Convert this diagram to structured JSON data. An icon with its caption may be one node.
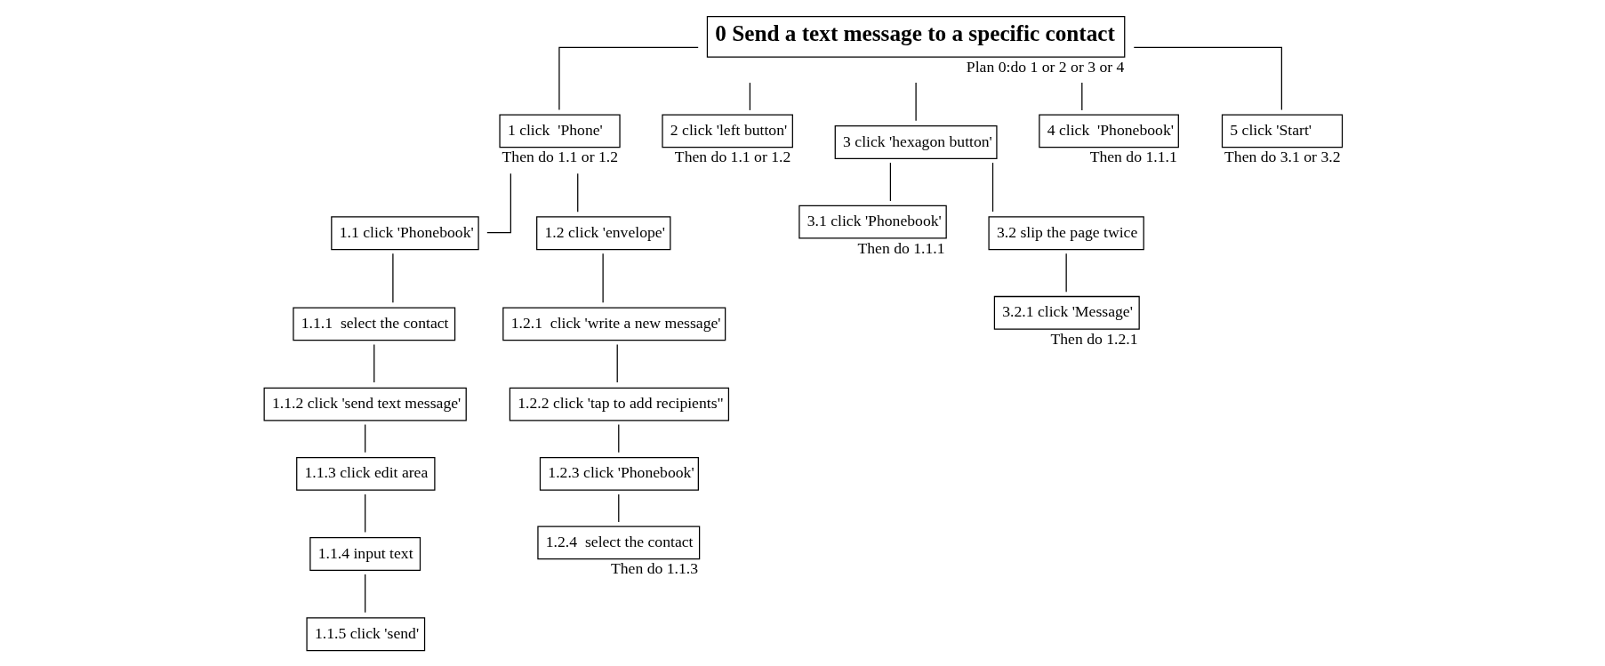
{
  "diagram": {
    "nodes": [
      {
        "text": [
          "0 Send a text message to a specific contact"
        ],
        "beside": [
          "Plan 0:do 1 or 2 or 3 or 4"
        ]
      },
      {
        "text": [
          "1 click  'Phone'"
        ],
        "beside": [
          "Then do 1.1 or 1.2"
        ]
      },
      {
        "text": [
          "2 click 'left button'"
        ],
        "beside": [
          "Then do 1.1 or 1.2"
        ]
      },
      {
        "text": [
          "3 click 'hexagon button'"
        ]
      },
      {
        "text": [
          "4 click  'Phonebook'"
        ],
        "beside": [
          "Then do 1.1.1"
        ]
      },
      {
        "text": [
          "5 click 'Start'"
        ],
        "beside": [
          "Then do 3.1 or 3.2"
        ]
      },
      {
        "text": [
          "1.1 click 'Phonebook'"
        ]
      },
      {
        "text": [
          "1.1.1  select the contact"
        ]
      },
      {
        "text": [
          "1.1.2 click 'send text message'"
        ]
      },
      {
        "text": [
          "1.1.3 click edit area"
        ]
      },
      {
        "text": [
          "1.1.4 input text"
        ]
      },
      {
        "text": [
          "1.1.5 click 'send'"
        ]
      },
      {
        "text": [
          "1.2 click 'envelope'"
        ]
      },
      {
        "text": [
          "1.2.1  click 'write a new message'"
        ]
      },
      {
        "text": [
          "1.2.2 click 'tap to add recipients\""
        ]
      },
      {
        "text": [
          "1.2.3 click 'Phonebook'"
        ]
      },
      {
        "text": [
          "1.2.4  select the contact"
        ],
        "beside": [
          "Then do 1.1.3"
        ]
      },
      {
        "text": [
          "3.1 click 'Phonebook'"
        ],
        "beside": [
          "Then do 1.1.1"
        ]
      },
      {
        "text": [
          "3.2 slip the page twice"
        ]
      },
      {
        "text": [
          "3.2.1 click 'Message'"
        ],
        "beside": [
          "Then do 1.2.1"
        ]
      }
    ],
    "edges": [
      {
        "from": 0,
        "to": 1,
        "arrow": "none"
      },
      {
        "from": 0,
        "to": 2,
        "arrow": "none"
      },
      {
        "from": 0,
        "to": 3,
        "arrow": "none"
      },
      {
        "from": 0,
        "to": 4,
        "arrow": "none"
      },
      {
        "from": 0,
        "to": 5,
        "arrow": "none"
      },
      {
        "from": 1,
        "to": 6,
        "arrow": "none"
      },
      {
        "from": 1,
        "to": 12,
        "arrow": "none"
      },
      {
        "from": 6,
        "to": 7,
        "arrow": "none"
      },
      {
        "from": 7,
        "to": 8,
        "arrow": "none"
      },
      {
        "from": 8,
        "to": 9,
        "arrow": "none"
      },
      {
        "from": 9,
        "to": 10,
        "arrow": "none"
      },
      {
        "from": 10,
        "to": 11,
        "arrow": "none"
      },
      {
        "from": 12,
        "to": 13,
        "arrow": "none"
      },
      {
        "from": 13,
        "to": 14,
        "arrow": "none"
      },
      {
        "from": 14,
        "to": 15,
        "arrow": "none"
      },
      {
        "from": 15,
        "to": 16,
        "arrow": "none"
      },
      {
        "from": 3,
        "to": 17,
        "arrow": "none"
      },
      {
        "from": 3,
        "to": 18,
        "arrow": "none"
      },
      {
        "from": 18,
        "to": 19,
        "arrow": "none"
      }
    ]
  }
}
